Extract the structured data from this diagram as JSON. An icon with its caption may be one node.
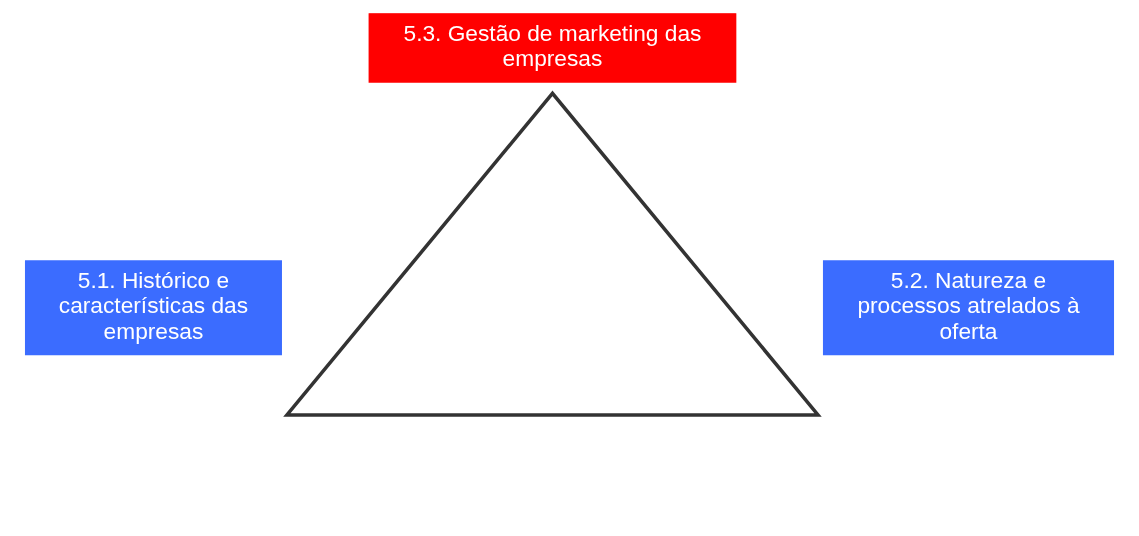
{
  "diagram": {
    "nodes": [
      {
        "text": [
          "5.3. Gestão de marketing das empresas"
        ]
      },
      {
        "text": [
          "5.1. Histórico e características das empresas"
        ]
      },
      {
        "text": [
          "5.2. Natureza e processos atrelados à oferta"
        ]
      },
      {
        "text": [],
        "shape": "triangle"
      }
    ]
  }
}
